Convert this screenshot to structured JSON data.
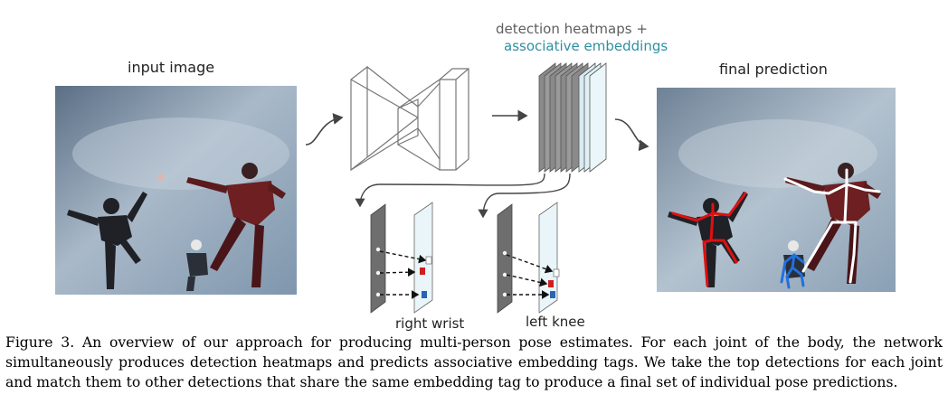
{
  "figure": {
    "input_label": "input image",
    "output_label": "final prediction",
    "network_label_1": "detection heatmaps +",
    "network_label_2": "associative embeddings",
    "tag_label_1": "right wrist",
    "tag_label_2": "left knee",
    "colors": {
      "gray_text": "#5f5f5f",
      "teal_text": "#2f8fa2",
      "pose_red": "#e01010",
      "pose_white": "#ffffff",
      "pose_blue": "#2070e0",
      "tag_red": "#cc1f1f",
      "tag_blue": "#2a64b4"
    }
  },
  "caption": "Figure 3. An overview of our approach for producing multi-person pose estimates. For each joint of the body, the network simultaneously produces detection heatmaps and predicts associative embedding tags. We take the top detections for each joint and match them to other detections that share the same embedding tag to produce a final set of individual pose predictions."
}
